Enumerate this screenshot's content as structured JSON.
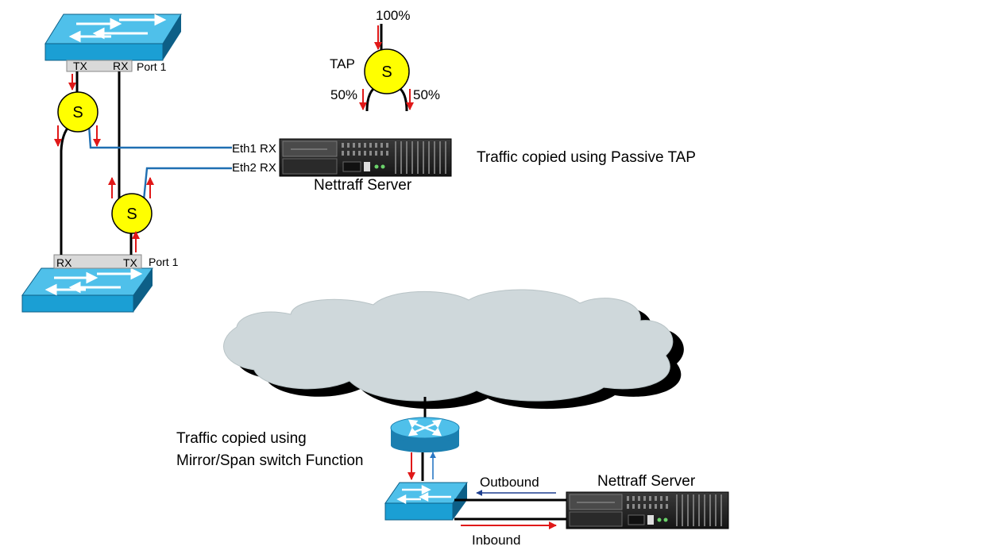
{
  "tap_legend": {
    "input_percent": "100%",
    "tap_label": "TAP",
    "splitter_symbol": "S",
    "left_percent": "50%",
    "right_percent": "50%"
  },
  "passive_tap_section": {
    "top_switch": {
      "tx_label": "TX",
      "rx_label": "RX",
      "port_label": "Port 1"
    },
    "bottom_switch": {
      "rx_label": "RX",
      "tx_label": "TX",
      "port_label": "Port 1"
    },
    "upper_splitter_symbol": "S",
    "lower_splitter_symbol": "S",
    "eth1_label": "Eth1 RX",
    "eth2_label": "Eth2 RX",
    "server_label": "Nettraff Server",
    "caption": "Traffic copied using Passive TAP"
  },
  "span_section": {
    "caption_line1": "Traffic copied using",
    "caption_line2": "Mirror/Span switch Function",
    "outbound_label": "Outbound",
    "inbound_label": "Inbound",
    "server_label": "Nettraff Server"
  },
  "colors": {
    "switch_blue": "#1b9fd4",
    "switch_dark": "#0d5f87",
    "splitter_yellow": "#ffff00",
    "arrow_red": "#e01818",
    "link_blue": "#1f6fb2",
    "outbound_navy": "#1f3f8f",
    "cloud_gray": "#cfd8db"
  }
}
